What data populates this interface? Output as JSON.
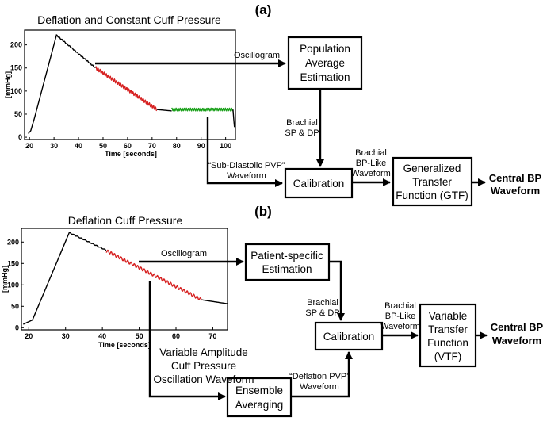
{
  "panel_a": {
    "tag": "(a)",
    "plot": {
      "title": "Deflation and  Constant Cuff Pressure",
      "ylabel": "[mmHg]",
      "xlabel": "Time [seconds]",
      "x_ticks": [
        "20",
        "30",
        "40",
        "50",
        "60",
        "70",
        "80",
        "90",
        "100"
      ],
      "y_ticks": [
        "0",
        "50",
        "100",
        "150",
        "200"
      ],
      "xlim": [
        18,
        104
      ],
      "ylim": [
        -5,
        232
      ]
    },
    "boxes": {
      "population": [
        "Population",
        "Average",
        "Estimation"
      ],
      "calibration": [
        "Calibration"
      ],
      "gtf": [
        "Generalized",
        "Transfer",
        "Function (GTF)"
      ]
    },
    "edges": {
      "oscillogram": "Oscillogram",
      "brachial_sp_dp": [
        "Brachial",
        "SP & DP"
      ],
      "sub_diastolic": [
        "“Sub-Diastolic PVP”",
        "Waveform"
      ],
      "bp_like": [
        "Brachial",
        "BP-Like",
        "Waveform"
      ]
    },
    "output": [
      "Central BP",
      "Waveform"
    ]
  },
  "panel_b": {
    "tag": "(b)",
    "plot": {
      "title": "Deflation Cuff Pressure",
      "ylabel": "[mmHg]",
      "xlabel": "Time [seconds]",
      "x_ticks": [
        "20",
        "30",
        "40",
        "50",
        "60",
        "70"
      ],
      "y_ticks": [
        "0",
        "50",
        "100",
        "150",
        "200"
      ],
      "xlim": [
        18,
        74
      ],
      "ylim": [
        -5,
        232
      ]
    },
    "boxes": {
      "patient": [
        "Patient-specific",
        "Estimation"
      ],
      "calibration": [
        "Calibration"
      ],
      "ensemble": [
        "Ensemble",
        "Averaging"
      ],
      "vtf": [
        "Variable",
        "Transfer",
        "Function",
        "(VTF)"
      ]
    },
    "edges": {
      "oscillogram": "Oscillogram",
      "brachial_sp_dp": [
        "Brachial",
        "SP & DP"
      ],
      "variable_amplitude": [
        "Variable Amplitude",
        "Cuff Pressure",
        "Oscillation Waveform"
      ],
      "deflation_pvp": [
        "“Deflation PVP”",
        "Waveform"
      ],
      "bp_like": [
        "Brachial",
        "BP-Like",
        "Waveform"
      ]
    },
    "output": [
      "Central BP",
      "Waveform"
    ]
  },
  "colors": {
    "trace": "#000000",
    "oscillation_segment": "#d62020",
    "constant_segment": "#1aa01a"
  }
}
